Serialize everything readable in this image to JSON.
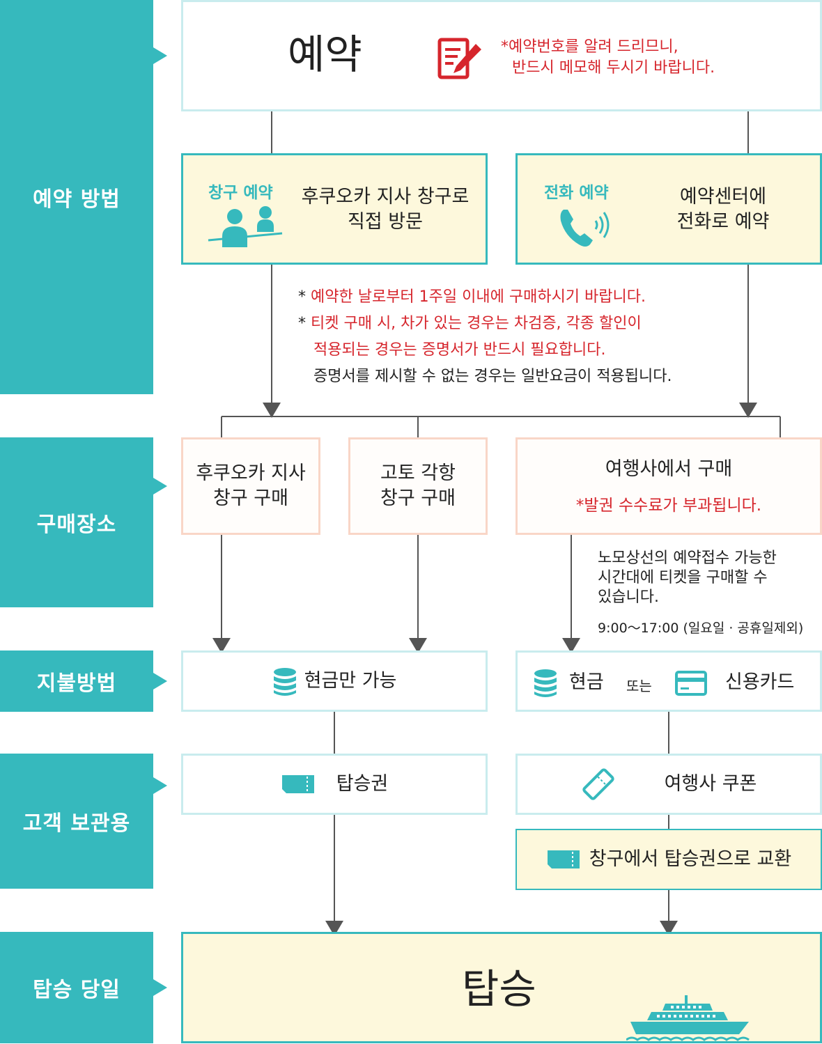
{
  "sidebar": {
    "reservation_method": "예약 방법",
    "purchase_place": "구매장소",
    "payment_method": "지불방법",
    "customer_keep": "고객 보관용",
    "boarding_day": "탑승 당일"
  },
  "reservation": {
    "title": "예약",
    "note_line1": "*예약번호를 알려 드리므니,",
    "note_line2": "반드시 메모해 두시기 바랍니다."
  },
  "counter_reservation": {
    "tag": "창구 예약",
    "line1": "후쿠오카 지사 창구로",
    "line2": "직접 방문"
  },
  "phone_reservation": {
    "tag": "전화 예약",
    "line1": "예약센터에",
    "line2": "전화로 예약"
  },
  "notes": {
    "note1": "예약한 날로부터 1주일 이내에 구매하시기 바랍니다.",
    "note2_line1": "티켓 구매 시, 차가 있는 경우는 차검증, 각종 할인이",
    "note2_line2": "적용되는 경우는 증명서가 반드시 필요합니다.",
    "note2_line3": "증명서를 제시할 수 없는 경우는 일반요금이 적용됩니다.",
    "star": "*"
  },
  "purchase": {
    "fukuoka_line1": "후쿠오카 지사",
    "fukuoka_line2": "창구 구매",
    "goto_line1": "고토 각항",
    "goto_line2": "창구 구매",
    "agency_title": "여행사에서 구매",
    "agency_note": "*발권 수수료가 부과됩니다."
  },
  "agency_info": {
    "line1": "노모상선의 예약접수 가능한",
    "line2": "시간대에 티켓을 구매할 수",
    "line3": "있습니다.",
    "hours": "9:00～17:00 (일요일 · 공휴일제외)"
  },
  "payment": {
    "cash_only": "현금만 가능",
    "cash": "현금",
    "or": "또는",
    "card": "신용카드"
  },
  "keep": {
    "ticket": "탑승권",
    "coupon": "여행사 쿠폰",
    "exchange": "창구에서 탑승권으로 교환"
  },
  "boarding": {
    "title": "탑승"
  },
  "colors": {
    "teal": "#36b9bd",
    "red": "#d6252c",
    "cream": "#fdf8dc",
    "pink_border": "#f9d6c7",
    "light_border": "#c9ecee"
  }
}
